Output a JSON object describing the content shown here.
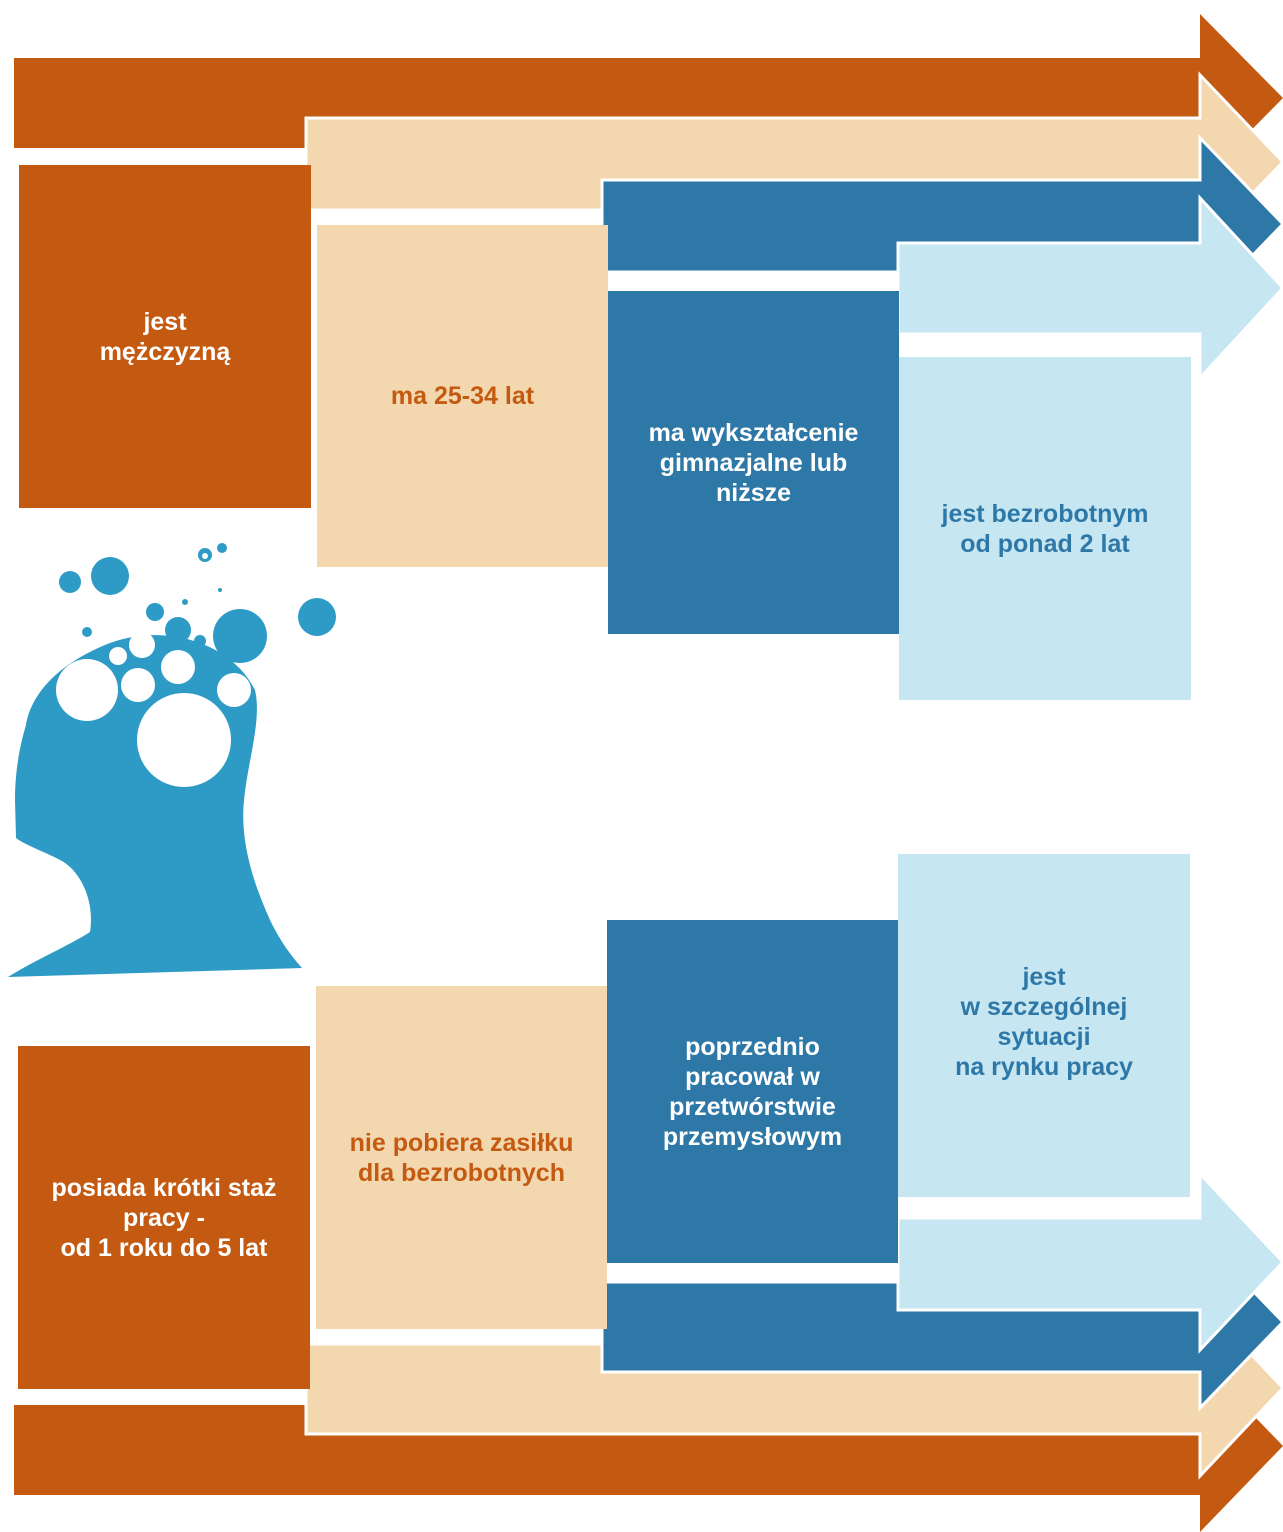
{
  "colors": {
    "orange": "#C45A12",
    "peach": "#F3D8AF",
    "blue": "#2E78A8",
    "sky": "#C6E6F2",
    "head": "#2E9BC6"
  },
  "icon": "head-with-bubbles-icon",
  "top_row": {
    "box1": "jest\nmężczyzną",
    "box2": "ma 25-34 lat",
    "box3": "ma wykształcenie\ngimnazjalne lub\nniższe",
    "box4": "jest bezrobotnym\nod ponad 2 lat"
  },
  "bottom_row": {
    "box1": "posiada krótki staż\npracy -\nod 1 roku do 5 lat",
    "box2": "nie pobiera zasiłku\ndla bezrobotnych",
    "box3": "poprzednio\npracował w\nprzetwórstwie\nprzemysłowym",
    "box4": "jest\nw szczególnej\nsytuacji\nna rynku pracy"
  }
}
